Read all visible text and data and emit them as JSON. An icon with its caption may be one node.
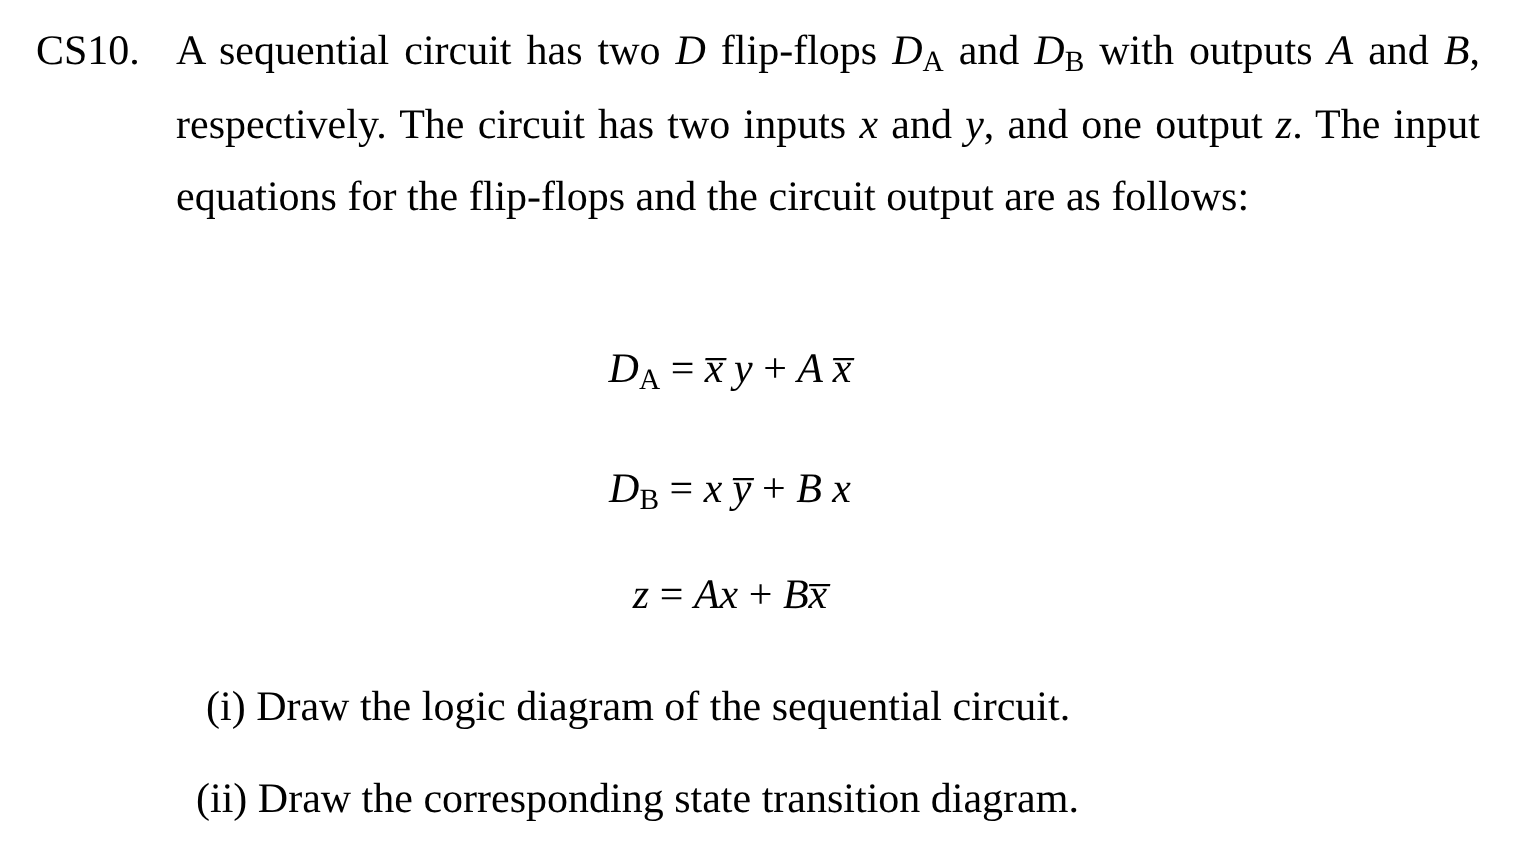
{
  "diagram": {
    "labels": [
      "CS10.",
      "A sequential circuit has two *D* flip-flops *D*$_{A}$ and *D*$_{B}$ with outputs *A* and *B*, respectively. The circuit has two inputs *x* and *y*, and one output *z*. The input equations for the flip-flops and the circuit output are as follows:",
      "*D*$_{A}$ = *x̅ y* + *A x̅*",
      "*D*$_{B}$ = *x y̅* + *B x*",
      "*z* = *Ax* + *Bx̅*",
      "(i) Draw the logic diagram of the sequential circuit.",
      "(ii) Draw the corresponding state transition diagram."
    ]
  }
}
